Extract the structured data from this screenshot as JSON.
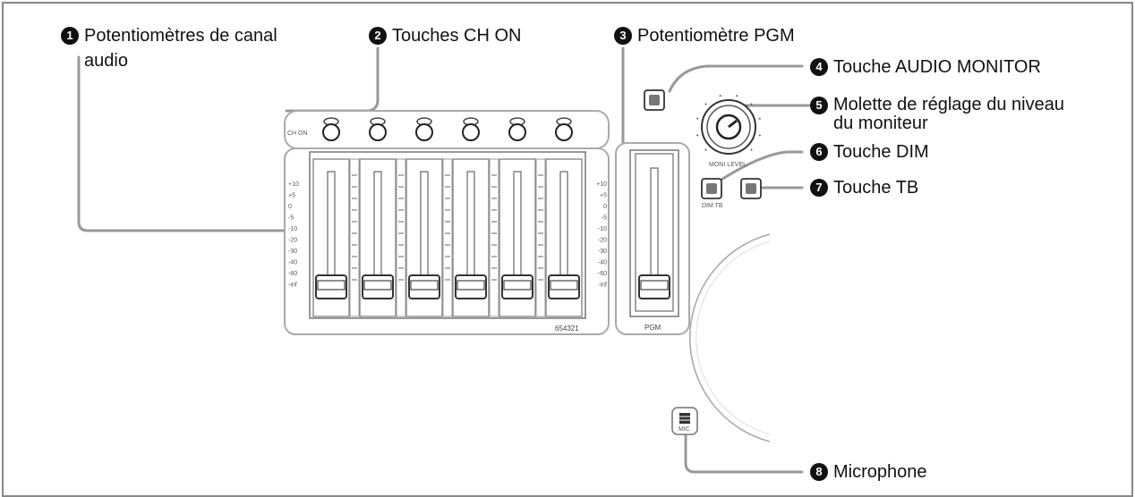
{
  "callouts": [
    {
      "num": "1",
      "text": "Potentiomètres de canal\naudio"
    },
    {
      "num": "2",
      "text": "Touches CH ON"
    },
    {
      "num": "3",
      "text": "Potentiomètre PGM"
    },
    {
      "num": "4",
      "text": "Touche AUDIO MONITOR"
    },
    {
      "num": "5",
      "text": "Molette de réglage du niveau\ndu moniteur"
    },
    {
      "num": "6",
      "text": "Touche DIM"
    },
    {
      "num": "7",
      "text": "Touche TB"
    },
    {
      "num": "8",
      "text": "Microphone"
    }
  ],
  "panel_labels": {
    "ch_on": "CH ON",
    "channel_numbers": "654321",
    "pgm": "PGM",
    "moni_level": "MONI LEVEL",
    "dim_tb": "DIM TB",
    "mic": "MIC"
  },
  "scale_left": [
    "+10",
    "+5",
    "0",
    "-5",
    "-10",
    "-20",
    "-30",
    "-40",
    "-60",
    "-inf"
  ],
  "scale_right": [
    "+10",
    "+5",
    "0",
    "-5",
    "-10",
    "-20",
    "-30",
    "-40",
    "-60",
    "-inf"
  ],
  "fader_count": 6
}
